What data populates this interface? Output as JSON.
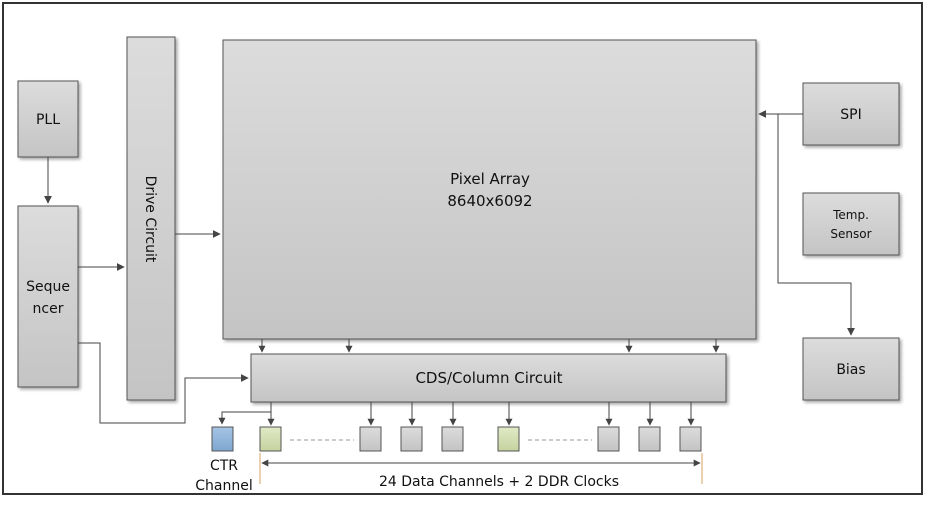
{
  "blocks": {
    "pll": "PLL",
    "sequencer_line1": "Seque",
    "sequencer_line2": "ncer",
    "drive_circuit": "Drive Circuit",
    "pixel_array_line1": "Pixel Array",
    "pixel_array_line2": "8640x6092",
    "spi": "SPI",
    "temp_line1": "Temp.",
    "temp_line2": "Sensor",
    "bias": "Bias",
    "cds_column": "CDS/Column Circuit"
  },
  "labels": {
    "ctr_line1": "CTR",
    "ctr_line2": "Channel",
    "data_channels": "24 Data Channels + 2 DDR Clocks"
  },
  "colors": {
    "block_fill": "#cfcfcf",
    "ctr_channel": "#8fb4d9",
    "ddr_clock": "#d3dfb4",
    "dimension_line": "#d9a066"
  }
}
